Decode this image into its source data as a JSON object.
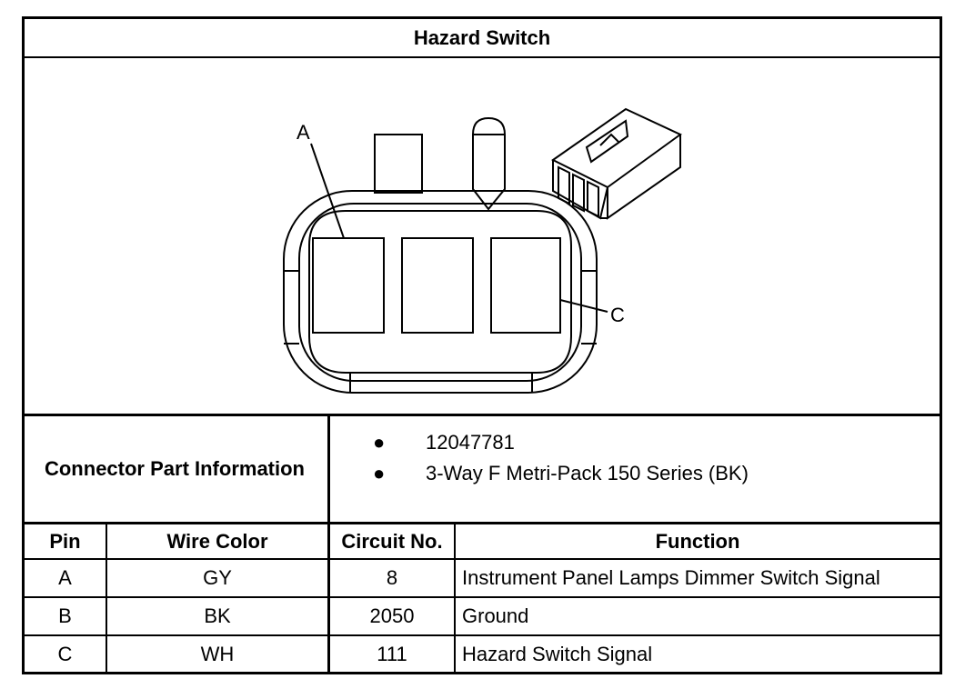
{
  "title": "Hazard Switch",
  "diagram": {
    "label_a": "A",
    "label_c": "C"
  },
  "connector_info": {
    "label": "Connector Part Information",
    "items": [
      "12047781",
      "3-Way F Metri-Pack 150 Series (BK)"
    ]
  },
  "table": {
    "headers": [
      "Pin",
      "Wire Color",
      "Circuit No.",
      "Function"
    ],
    "rows": [
      [
        "A",
        "GY",
        "8",
        "Instrument Panel Lamps Dimmer Switch Signal"
      ],
      [
        "B",
        "BK",
        "2050",
        "Ground"
      ],
      [
        "C",
        "WH",
        "111",
        "Hazard Switch Signal"
      ]
    ]
  }
}
